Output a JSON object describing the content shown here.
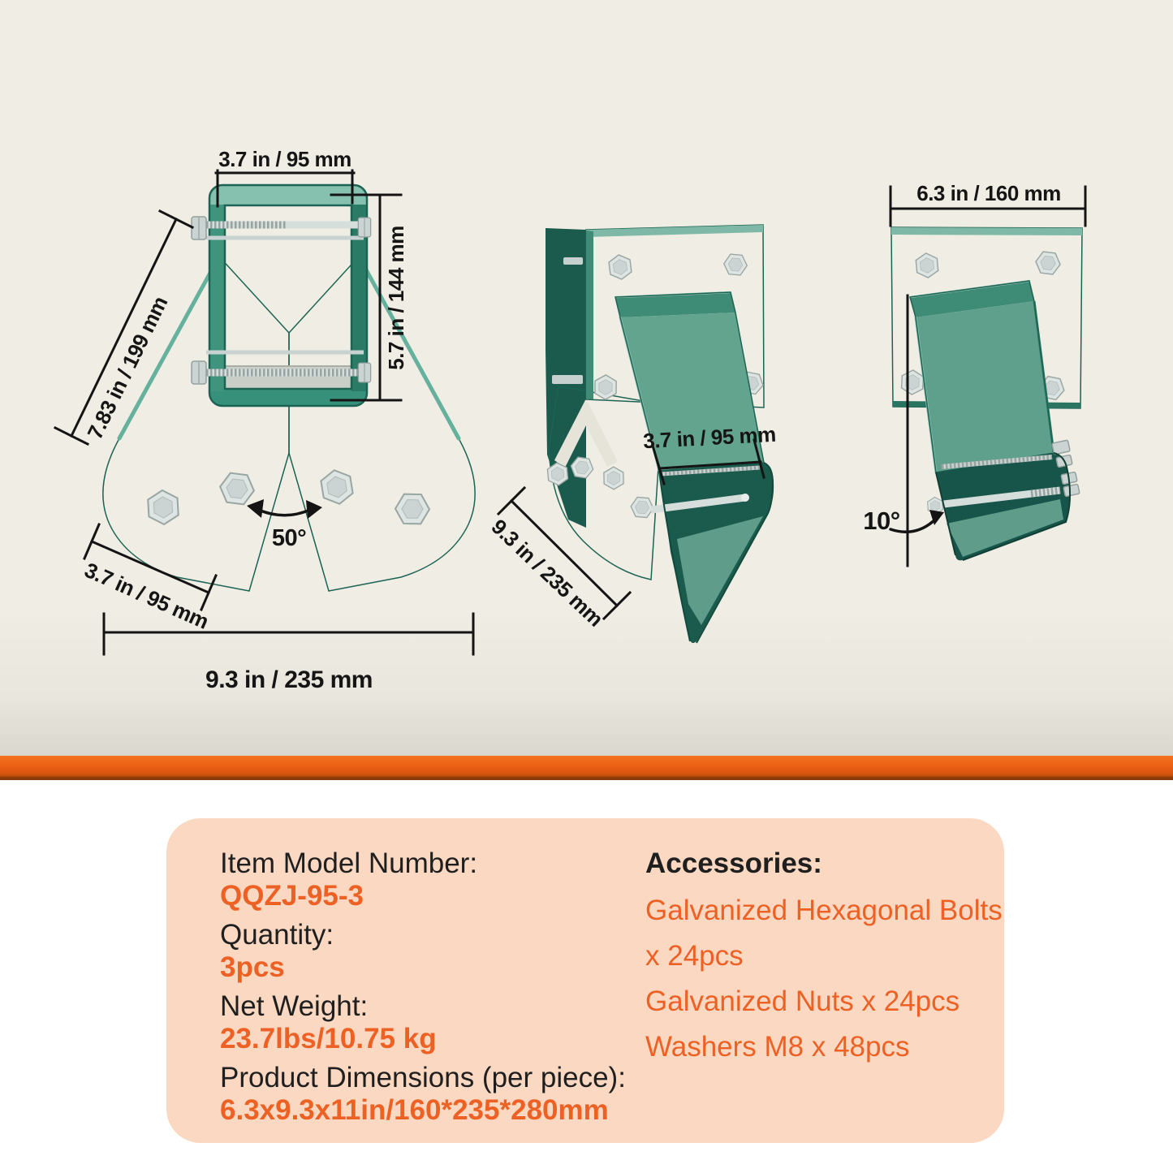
{
  "meta": {
    "description": "Swing set A-frame bracket dimension infographic with three product views and a specification panel"
  },
  "colors": {
    "bg_cream": "#F0EEE4",
    "bg_cream_dark": "#D9D7CE",
    "divider_orange": "#EA5E14",
    "divider_shadow": "#8A3B0B",
    "panel_bg": "#FBD8C2",
    "accent_orange": "#EE6124",
    "ink": "#1F1F1F",
    "teal_main": "#318A74",
    "teal_light": "#5C9D8B",
    "teal_top": "#86C0AE",
    "teal_dark": "#1A5B4D",
    "teal_edge": "#1D6354",
    "silver": "#D6DEDC",
    "silver_dark": "#96A3A1"
  },
  "views": {
    "front": {
      "dim_top_width": "3.7 in / 95 mm",
      "dim_height": "5.7 in / 144 mm",
      "dim_leg_length": "7.83 in / 199 mm",
      "dim_leg_width": "3.7 in / 95 mm",
      "dim_total_width": "9.3 in / 235 mm",
      "dim_angle": "50°"
    },
    "side": {
      "dim_beam_width": "3.7 in / 95 mm",
      "dim_depth": "9.3 in / 235 mm"
    },
    "top": {
      "dim_plate_width": "6.3 in / 160 mm",
      "dim_tilt_angle": "10°"
    }
  },
  "spec_panel": {
    "model": {
      "label": "Item Model Number:",
      "value": "QQZJ-95-3"
    },
    "quantity": {
      "label": "Quantity:",
      "value": "3pcs"
    },
    "net_weight": {
      "label": "Net Weight:",
      "value": "23.7lbs/10.75 kg"
    },
    "product_dimensions": {
      "label": "Product Dimensions (per piece):",
      "value": "6.3x9.3x11in/160*235*280mm"
    },
    "accessories": {
      "label": "Accessories:",
      "items": [
        "Galvanized Hexagonal Bolts x 24pcs",
        "Galvanized Nuts x 24pcs",
        "Washers M8 x 48pcs"
      ]
    }
  }
}
